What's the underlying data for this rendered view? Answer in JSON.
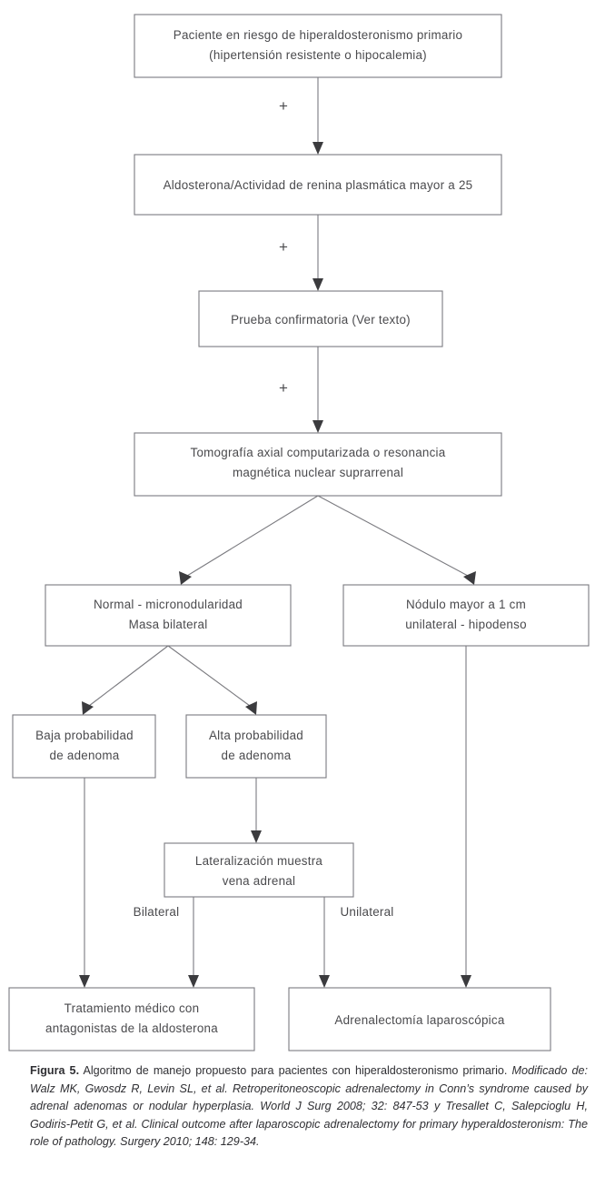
{
  "figure": {
    "nodes": {
      "n1_line1": "Paciente en riesgo de hiperaldosteronismo primario",
      "n1_line2": "(hipertensión resistente o hipocalemia)",
      "n2_line1": "Aldosterona/Actividad de renina plasmática mayor a 25",
      "n3_line1": "Prueba confirmatoria (Ver texto)",
      "n4_line1": "Tomografía axial computarizada o resonancia",
      "n4_line2": "magnética nuclear suprarrenal",
      "n5_line1": "Normal - micronodularidad",
      "n5_line2": "Masa bilateral",
      "n6_line1": "Nódulo mayor a 1 cm",
      "n6_line2": "unilateral - hipodenso",
      "n7_line1": "Baja probabilidad",
      "n7_line2": "de adenoma",
      "n8_line1": "Alta probabilidad",
      "n8_line2": "de adenoma",
      "n9_line1": "Lateralización muestra",
      "n9_line2": "vena adrenal",
      "n10_line1": "Tratamiento médico con",
      "n10_line2": "antagonistas de la aldosterona",
      "n11_line1": "Adrenalectomía laparoscópica"
    },
    "connector_labels": {
      "plus_1": "+",
      "plus_2": "+",
      "plus_3": "+",
      "bilateral": "Bilateral",
      "unilateral": "Unilateral"
    },
    "colors": {
      "box_stroke": "#7b7b80",
      "box_fill": "#ffffff",
      "text": "#4a4a4d",
      "arrow": "#3b3b3e",
      "caption_text": "#2f2f33"
    }
  },
  "caption": {
    "label": "Figura 5.",
    "title": " Algoritmo de manejo propuesto para pacientes con hiperaldosteronismo primario.",
    "source": "Modificado de: Walz MK, Gwosdz R, Levin SL, et al. Retroperitoneoscopic adrenalectomy in Conn’s syndrome caused by adrenal adenomas or nodular hyperplasia. World J Surg 2008; 32: 847-53 y Tresallet C, Salepcioglu H, Godiris-Petit G, et al. Clinical outcome after laparoscopic adrenalectomy for primary hyperaldosteronism: The role of pathology. Surgery 2010; 148: 129-34."
  }
}
